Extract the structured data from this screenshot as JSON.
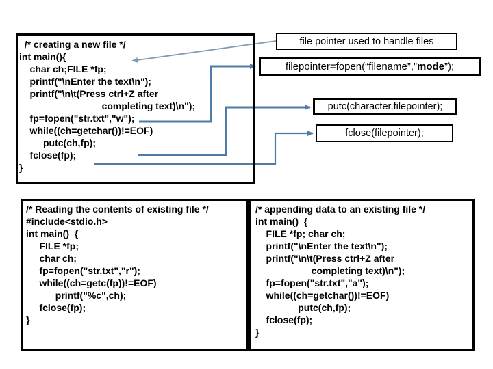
{
  "colors": {
    "connector": "#4e7ca6",
    "connector_light": "#8099b4",
    "border": "#000000",
    "text": "#000000",
    "background": "#ffffff"
  },
  "code_boxes": {
    "create": {
      "lines": [
        "  /* creating a new file */",
        "int main(){",
        "    char ch;FILE *fp;",
        "    printf(\"\\nEnter the text\\n\");",
        "    printf(\"\\n\\t(Press ctrl+Z after",
        "                               completing text)\\n\");",
        "    fp=fopen(\"str.txt\",\"w\");",
        "    while((ch=getchar())!=EOF)",
        "         putc(ch,fp);",
        "    fclose(fp);",
        "}"
      ]
    },
    "read": {
      "lines": [
        "/* Reading the contents of existing file */",
        "#include<stdio.h>",
        "int main()  {",
        "     FILE *fp;",
        "     char ch;",
        "     fp=fopen(\"str.txt\",\"r\");",
        "     while((ch=getc(fp))!=EOF)",
        "           printf(\"%c\",ch);",
        "     fclose(fp);",
        "}"
      ]
    },
    "append": {
      "lines": [
        "/* appending data to an existing file */",
        "int main()  {",
        "    FILE *fp; char ch;",
        "    printf(\"\\nEnter the text\\n\");",
        "    printf(\"\\n\\t(Press ctrl+Z after",
        "                     completing text)\\n\");",
        "    fp=fopen(\"str.txt\",\"a\");",
        "    while((ch=getchar())!=EOF)",
        "                putc(ch,fp);",
        "    fclose(fp);",
        "}"
      ]
    }
  },
  "labels": {
    "file_pointer": "file pointer used to handle files",
    "fopen_prefix": "filepointer=fopen(“filename”,”",
    "fopen_mode": "mode",
    "fopen_suffix": "”);",
    "putc": "putc(character,filepointer);",
    "fclose": "fclose(filepointer);"
  }
}
